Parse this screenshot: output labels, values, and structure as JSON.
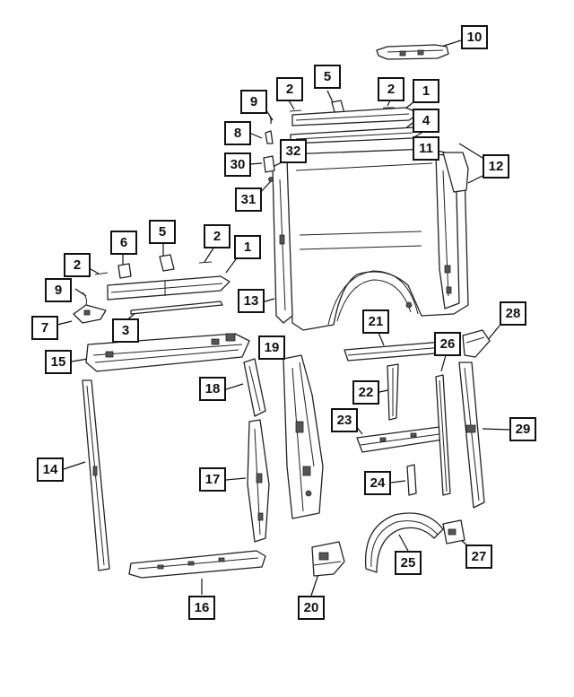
{
  "diagram": {
    "callouts": [
      {
        "id": "c1a",
        "label": "1"
      },
      {
        "id": "c1b",
        "label": "1"
      },
      {
        "id": "c2a",
        "label": "2"
      },
      {
        "id": "c2b",
        "label": "2"
      },
      {
        "id": "c2c",
        "label": "2"
      },
      {
        "id": "c2d",
        "label": "2"
      },
      {
        "id": "c3",
        "label": "3"
      },
      {
        "id": "c4",
        "label": "4"
      },
      {
        "id": "c5a",
        "label": "5"
      },
      {
        "id": "c5b",
        "label": "5"
      },
      {
        "id": "c6",
        "label": "6"
      },
      {
        "id": "c7",
        "label": "7"
      },
      {
        "id": "c8",
        "label": "8"
      },
      {
        "id": "c9a",
        "label": "9"
      },
      {
        "id": "c9b",
        "label": "9"
      },
      {
        "id": "c10",
        "label": "10"
      },
      {
        "id": "c11",
        "label": "11"
      },
      {
        "id": "c12",
        "label": "12"
      },
      {
        "id": "c13",
        "label": "13"
      },
      {
        "id": "c14",
        "label": "14"
      },
      {
        "id": "c15",
        "label": "15"
      },
      {
        "id": "c16",
        "label": "16"
      },
      {
        "id": "c17",
        "label": "17"
      },
      {
        "id": "c18",
        "label": "18"
      },
      {
        "id": "c19",
        "label": "19"
      },
      {
        "id": "c20",
        "label": "20"
      },
      {
        "id": "c21",
        "label": "21"
      },
      {
        "id": "c22",
        "label": "22"
      },
      {
        "id": "c23",
        "label": "23"
      },
      {
        "id": "c24",
        "label": "24"
      },
      {
        "id": "c25",
        "label": "25"
      },
      {
        "id": "c26",
        "label": "26"
      },
      {
        "id": "c27",
        "label": "27"
      },
      {
        "id": "c28",
        "label": "28"
      },
      {
        "id": "c29",
        "label": "29"
      },
      {
        "id": "c30",
        "label": "30"
      },
      {
        "id": "c31",
        "label": "31"
      },
      {
        "id": "c32",
        "label": "32"
      }
    ]
  }
}
